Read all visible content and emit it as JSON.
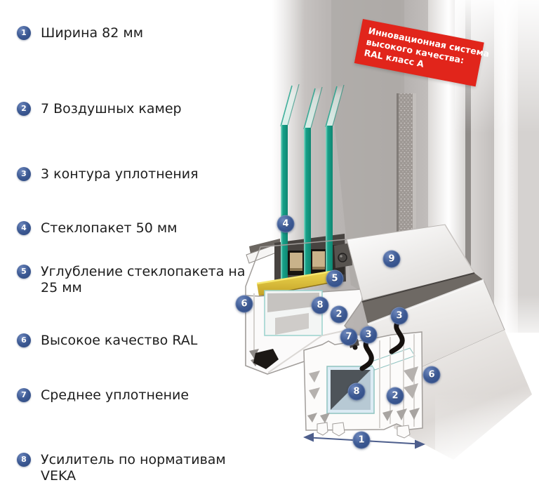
{
  "features": [
    {
      "num": "1",
      "label": "Ширина 82 мм"
    },
    {
      "num": "2",
      "label": "7 Воздушных камер"
    },
    {
      "num": "3",
      "label": "3 контура уплотнения"
    },
    {
      "num": "4",
      "label": "Стеклопакет 50 мм"
    },
    {
      "num": "5",
      "label": "Углубление стеклопакета на 25 мм"
    },
    {
      "num": "6",
      "label": "Высокое качество RAL"
    },
    {
      "num": "7",
      "label": "Среднее уплотнение"
    },
    {
      "num": "8",
      "label": "Усилитель по нормативам VEKA"
    }
  ],
  "banner": {
    "line1": "Инновационная система",
    "line2": "высокого качества:",
    "line3": "RAL класс A",
    "bg_color": "#e1251b",
    "text_color": "#ffffff"
  },
  "diagram": {
    "markers": [
      {
        "n": "4"
      },
      {
        "n": "5"
      },
      {
        "n": "9"
      },
      {
        "n": "6"
      },
      {
        "n": "8"
      },
      {
        "n": "2"
      },
      {
        "n": "7"
      },
      {
        "n": "3"
      },
      {
        "n": "3"
      },
      {
        "n": "6"
      },
      {
        "n": "8"
      },
      {
        "n": "2"
      },
      {
        "n": "1"
      }
    ],
    "colors": {
      "marker_blue": "#3d5a94",
      "glass_teal": "#17a189",
      "glazing_bridge_yellow": "#d9b92f",
      "steel_dark": "#4e5459",
      "steel_chamber_blue": "#dcebf4",
      "gasket_black": "#16110e",
      "profile_white": "#fcfbfa",
      "dimension_arrow": "#4d5e8c"
    }
  }
}
